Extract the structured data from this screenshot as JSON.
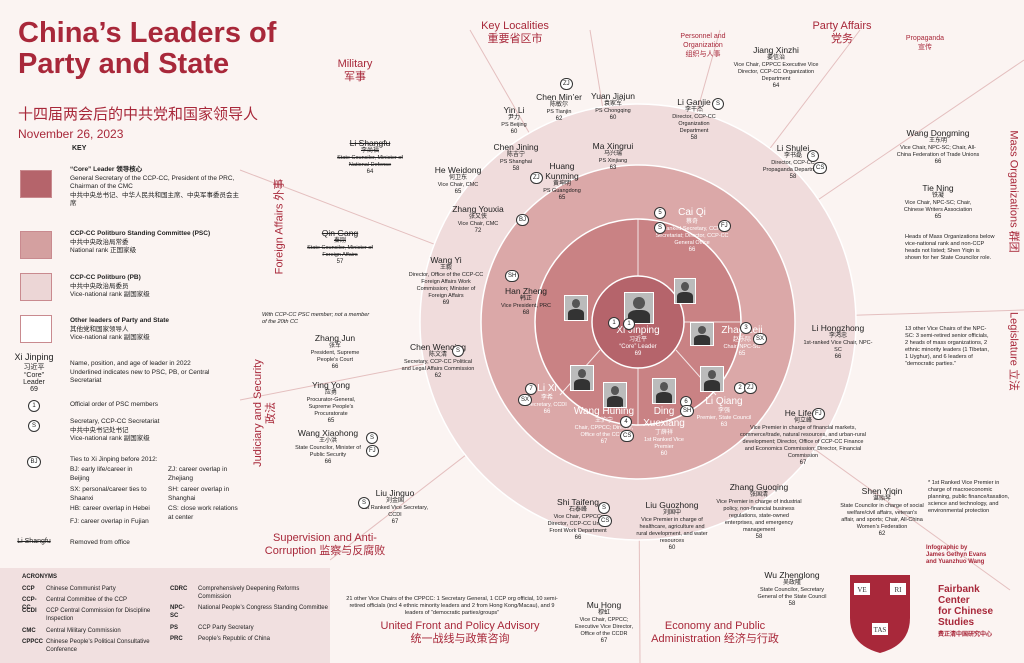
{
  "header": {
    "title_line1": "China’s Leaders of",
    "title_line2": "Party and State",
    "subtitle": "十四届两会后的中共党和国家领导人",
    "date": "November 26, 2023"
  },
  "key": {
    "title": "KEY",
    "core": "“Core” Leader 领导核心",
    "core_desc": "General Secretary of the CCP-CC, President of the PRC, Chairman of the CMC",
    "core_cn": "中共中央总书记、中华人民共和国主席、中央军事委员会主席",
    "psc": "CCP-CC Politburo Standing Committee (PSC)",
    "psc_cn": "中共中央政治局常委",
    "psc_rank": "National rank 正国家级",
    "pb": "CCP-CC Politburo (PB)",
    "pb_cn": "中共中央政治局委员",
    "pb_rank": "Vice-national rank 副国家级",
    "other": "Other leaders of Party and State",
    "other_cn": "其他党和国家领导人",
    "other_rank": "Vice-national rank 副国家级",
    "sample_name": "Xi Jinping",
    "sample_cn": "习近平",
    "sample_core": "“Core” Leader",
    "sample_age": "69",
    "name_desc": "Name, position, and age of leader in 2022",
    "underline_desc": "Underlined indicates new to PSC, PB, or Central Secretariat",
    "order_sym": "1",
    "order_desc": "Official order of PSC members",
    "sec_sym": "S",
    "sec_desc": "Secretary, CCP-CC Secretariat",
    "sec_cn": "中共中央书记处书记",
    "sec_rank": "Vice-national rank 副国家级",
    "ties_sym": "BJ",
    "ties_desc": "Ties to Xi Jinping before 2012:",
    "ties": [
      "BJ: early life/career in Beijing",
      "SX: personal/career ties to Shaanxi",
      "HB: career overlap in Hebei",
      "FJ: career overlap in Fujian",
      "ZJ: career overlap in Zhejiang",
      "SH: career overlap in Shanghai",
      "CS: close work relations at center"
    ],
    "removed_name": "Li Shangfu",
    "removed_desc": "Removed from office"
  },
  "acronyms": {
    "title": "ACRONYMS",
    "items": [
      {
        "k": "CCP",
        "v": "Chinese Communist Party"
      },
      {
        "k": "CCP-CC",
        "v": "Central Committee of the CCP"
      },
      {
        "k": "CCDI",
        "v": "CCP Central Commission for Discipline Inspection"
      },
      {
        "k": "CMC",
        "v": "Central Military Commission"
      },
      {
        "k": "CPPCC",
        "v": "Chinese People’s Political Consultative Conference"
      },
      {
        "k": "CDRC",
        "v": "Comprehensively Deepening Reforms Commission"
      },
      {
        "k": "NPC-SC",
        "v": "National People’s Congress Standing Committee"
      },
      {
        "k": "PS",
        "v": "CCP Party Secretary"
      },
      {
        "k": "PRC",
        "v": "People’s Republic of China"
      }
    ]
  },
  "sectors": {
    "military": "Military",
    "military_cn": "军事",
    "key_localities": "Key Localities",
    "key_localities_cn": "重要省区市",
    "personnel": "Personnel and Organization",
    "personnel_cn": "组织与人事",
    "party_affairs": "Party Affairs",
    "party_affairs_cn": "党务",
    "propaganda": "Propaganda",
    "propaganda_cn": "宣传",
    "mass_org": "Mass Organizations",
    "mass_org_cn": "群团",
    "foreign": "Foreign Affairs",
    "foreign_cn": "外事",
    "legislature": "Legislature",
    "legislature_cn": "立法",
    "judiciary": "Judiciary and Security",
    "judiciary_cn": "政法",
    "supervision": "Supervision and Anti-",
    "supervision2": "Corruption",
    "supervision_cn": "监察与反腐败",
    "united_front": "United Front and Policy Advisory",
    "united_front_cn": "统一战线与政策咨询",
    "economy": "Economy and Public",
    "economy2": "Administration",
    "economy_cn": "经济与行政"
  },
  "people": {
    "xi": {
      "name": "Xi Jinping",
      "cn": "习近平",
      "role": "“Core” Leader",
      "age": "69"
    },
    "li_shangfu": {
      "name": "Li Shangfu",
      "cn": "李尚福",
      "role": "State Councilor, Minister of National Defense",
      "age": "64"
    },
    "he_weidong": {
      "name": "He Weidong",
      "cn": "何卫东",
      "role": "Vice Chair, CMC",
      "age": "65"
    },
    "zhang_youxia": {
      "name": "Zhang Youxia",
      "cn": "张又侠",
      "role": "Vice Chair, CMC",
      "age": "72"
    },
    "qin_gang": {
      "name": "Qin Gang",
      "cn": "秦刚",
      "role": "State Councilor, Minister of Foreign Affairs",
      "age": "57"
    },
    "wang_yi": {
      "name": "Wang Yi",
      "cn": "王毅",
      "role": "Director, Office of the CCP-CC Foreign Affairs Work Commission; Minister of Foreign Affairs",
      "age": "69"
    },
    "han_zheng": {
      "name": "Han Zheng",
      "cn": "韩正",
      "role": "Vice President, PRC",
      "age": "68"
    },
    "han_note": "With CCP-CC PSC member; not a member of the 20th CC",
    "chen_minier": {
      "name": "Chen Min’er",
      "cn": "陈敏尔",
      "role": "PS Tianjin",
      "age": "62"
    },
    "yin_li": {
      "name": "Yin Li",
      "cn": "尹力",
      "role": "PS Beijing",
      "age": "60"
    },
    "yuan_jiajun": {
      "name": "Yuan Jiajun",
      "cn": "袁家军",
      "role": "PS Chongqing",
      "age": "60"
    },
    "chen_jining": {
      "name": "Chen Jining",
      "cn": "陈吉宁",
      "role": "PS Shanghai",
      "age": "58"
    },
    "ma_xingrui": {
      "name": "Ma Xingrui",
      "cn": "马兴瑞",
      "role": "PS Xinjiang",
      "age": "63"
    },
    "huang_kunming": {
      "name": "Huang Kunming",
      "cn": "黄坤明",
      "role": "PS Guangdong",
      "age": "65"
    },
    "li_ganjie": {
      "name": "Li Ganjie",
      "cn": "李干杰",
      "role": "Director, CCP-CC Organization Department",
      "age": "58"
    },
    "jiang_xinzhi": {
      "name": "Jiang Xinzhi",
      "cn": "姜信治",
      "role": "Vice Chair, CPPCC Executive Vice Director, CCP-CC Organization Department",
      "age": "64"
    },
    "li_shulei": {
      "name": "Li Shulei",
      "cn": "李书磊",
      "role": "Director, CCP-CC Propaganda Department",
      "age": "58"
    },
    "cai_qi": {
      "name": "Cai Qi",
      "cn": "蔡奇",
      "role": "1st Ranked Secretary, CCP-CC Secretariat; Director, CCP-CC General Office",
      "age": "66"
    },
    "wang_dongming": {
      "name": "Wang Dongming",
      "cn": "王东明",
      "role": "Vice Chair, NPC-SC; Chair, All-China Federation of Trade Unions",
      "age": "66"
    },
    "tie_ning": {
      "name": "Tie Ning",
      "cn": "铁凝",
      "role": "Vice Chair, NPC-SC; Chair, Chinese Writers Association",
      "age": "65"
    },
    "mass_note": "Heads of Mass Organizations below vice-national rank and non-CCP heads not listed; Shen Yiqin is shown for her State Councilor role.",
    "zhao_leji": {
      "name": "Zhao Leji",
      "cn": "赵乐际",
      "role": "Chair, NPC-SC",
      "age": "65"
    },
    "li_hongzhong": {
      "name": "Li Hongzhong",
      "cn": "李鸿忠",
      "role": "1st-ranked Vice Chair, NPC-SC",
      "age": "66"
    },
    "npc_note": "13 other Vice Chairs of the NPC-SC: 3 semi-retired senior officials, 2 heads of mass organizations, 2 ethnic minority leaders (1 Tibetan, 1 Uyghur), and 6 leaders of “democratic parties.”",
    "zhang_jun": {
      "name": "Zhang Jun",
      "cn": "张军",
      "role": "President, Supreme People’s Court",
      "age": "66"
    },
    "ying_yong": {
      "name": "Ying Yong",
      "cn": "应勇",
      "role": "Procurator-General, Supreme People’s Procuratorate",
      "age": "65"
    },
    "wang_xiaohong": {
      "name": "Wang Xiaohong",
      "cn": "王小洪",
      "role": "State Councilor, Minister of Public Security",
      "age": "66"
    },
    "chen_wenqing": {
      "name": "Chen Wenqing",
      "cn": "陈文清",
      "role": "Secretary, CCP-CC Political and Legal Affairs Commission",
      "age": "62"
    },
    "li_xi": {
      "name": "Li Xi",
      "cn": "李希",
      "role": "Secretary, CCDI",
      "age": "66"
    },
    "wang_huning": {
      "name": "Wang Huning",
      "cn": "王沪宁",
      "role": "Chair, CPPCC; Director, Office of the CCDR",
      "age": "67"
    },
    "ding_xuexiang": {
      "name": "Ding Xuexiang",
      "cn": "丁薛祥",
      "role": "1st Ranked Vice Premier",
      "age": "60"
    },
    "li_qiang": {
      "name": "Li Qiang",
      "cn": "李强",
      "role": "Premier, State Council",
      "age": "63"
    },
    "he_lifeng": {
      "name": "He Lifeng",
      "cn": "何立峰",
      "role": "Vice Premier in charge of financial markets, commerce/trade, natural resources, and urban-rural development; Director, Office of CCP-CC Finance and Economics Commission; Director, Financial Commission",
      "age": "67"
    },
    "liu_jinguo": {
      "name": "Liu Jinguo",
      "cn": "刘金国",
      "role": "1st Ranked Vice Secretary, CCDI",
      "age": "67"
    },
    "shi_taifeng": {
      "name": "Shi Taifeng",
      "cn": "石泰峰",
      "role": "Vice Chair, CPPCC; Director, CCP-CC United Front Work Department",
      "age": "66"
    },
    "liu_guozhong": {
      "name": "Liu Guozhong",
      "cn": "刘国中",
      "role": "Vice Premier in charge of healthcare, agriculture and rural development, and water resources",
      "age": "60"
    },
    "zhang_guoqing": {
      "name": "Zhang Guoqing",
      "cn": "张国清",
      "role": "Vice Premier in charge of industrial policy, non-financial business regulations, state-owned enterprises, and emergency management",
      "age": "58"
    },
    "shen_yiqin": {
      "name": "Shen Yiqin",
      "cn": "谌贻琴",
      "role": "State Councilor in charge of social welfare/civil affairs, veteran’s affair, and sports; Chair, All-China Women’s Federation",
      "age": "62"
    },
    "shen_note": "* 1st Ranked Vice Premier in charge of macroeconomic planning, public finance/taxation, science and technology, and environmental protection",
    "mu_hong": {
      "name": "Mu Hong",
      "cn": "穆虹",
      "role": "Vice Chair, CPPCC; Executive Vice Director, Office of the CCDR",
      "age": "67"
    },
    "wu_zhenglong": {
      "name": "Wu Zhenglong",
      "cn": "吴政隆",
      "role": "State Councilor, Secretary General of the State Council",
      "age": "58"
    },
    "cppcc_note": "21 other Vice Chairs of the CPPCC: 1 Secretary General, 1 CCP org official, 10 semi-retired officials (incl 4 ethnic minority leaders and 2 from Hong Kong/Macau), and 9 leaders of “democratic parties/groups”"
  },
  "credit": {
    "line1": "Infographic by",
    "line2": "James Gethyn Evans",
    "line3": "and Yuanzhuo Wang"
  },
  "fairbank": {
    "l1": "Fairbank",
    "l2": "Center",
    "l3": "for Chinese",
    "l4": "Studies",
    "cn": "费正清中国研究中心"
  },
  "shield": {
    "a": "VE",
    "b": "RI",
    "c": "TAS"
  },
  "colors": {
    "core": "#c07a80",
    "psc": "#d9a6a6",
    "pb": "#ecd6d6",
    "accent": "#a8283a"
  }
}
